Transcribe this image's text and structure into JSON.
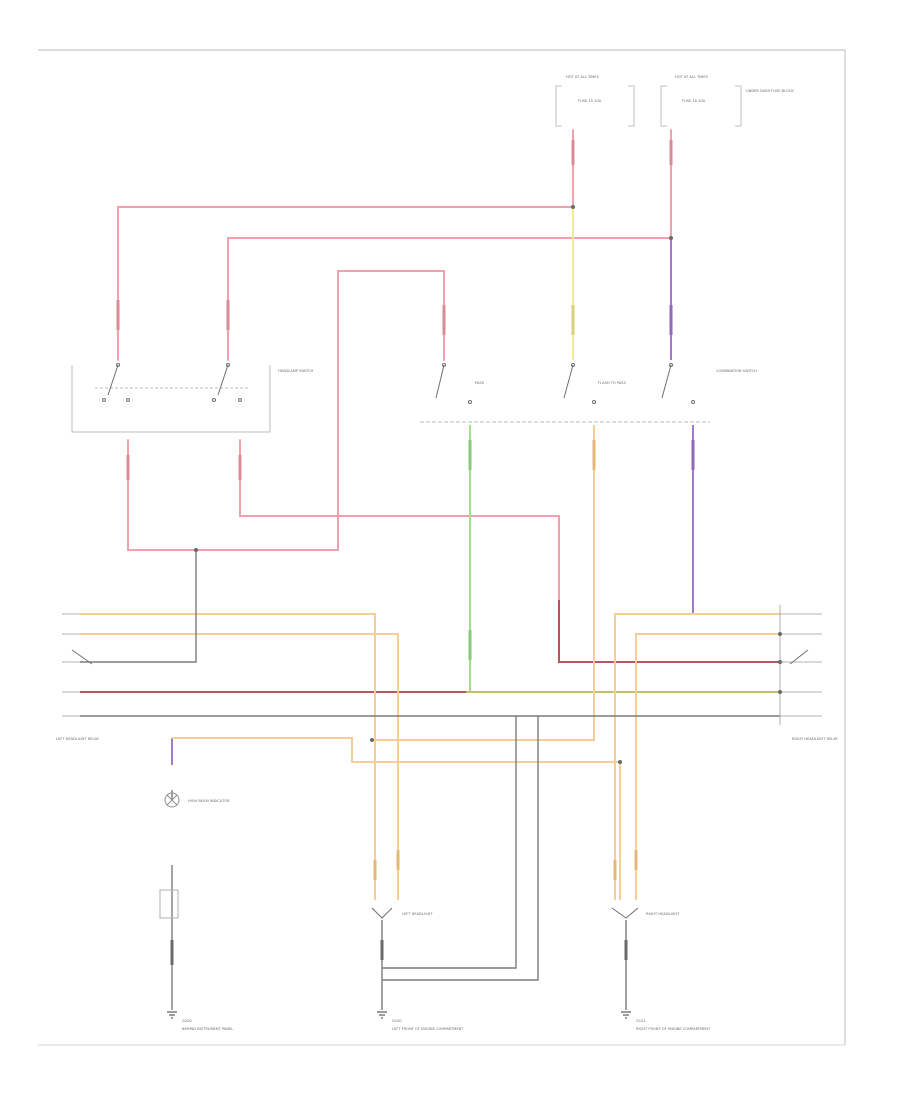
{
  "colors": {
    "red": "#f2a0ac",
    "dark_red": "#b8565e",
    "yellow": "#f3ec8a",
    "purple": "#a07ac8",
    "green": "#a5dc93",
    "orange": "#f4cf95",
    "olive": "#c0c06a",
    "gray": "#7c7c7c",
    "frame": "#c8c8c8"
  },
  "labels": {
    "hot_top_left": "HOT AT ALL TIMES",
    "hot_top_right": "HOT AT ALL TIMES",
    "fuse_left": "FUSE 15 10A",
    "fuse_right": "FUSE 16 10A",
    "fuse_box": "UNDER DASH FUSE BLOCK",
    "headlamp_switch": "HEADLAMP SWITCH",
    "dimmer_switch": "COMBINATION SWITCH",
    "pass": "PASS",
    "flash_to_pass": "FLASH TO PASS",
    "headlamp_relay_left": "LEFT HEADLIGHT RELAY",
    "headlamp_relay_right": "RIGHT HEADLIGHT RELAY",
    "indicator": "HIGH BEAM INDICATOR",
    "left_headlamp": "LEFT HEADLIGHT",
    "right_headlamp": "RIGHT HEADLIGHT",
    "ground_left": "G200",
    "ground_center": "G100",
    "ground_right": "G101",
    "ground_left_desc": "BEHIND INSTRUMENT PANEL",
    "ground_center_desc": "LEFT FRONT OF ENGINE COMPARTMENT",
    "ground_right_desc": "RIGHT FRONT OF ENGINE COMPARTMENT"
  }
}
